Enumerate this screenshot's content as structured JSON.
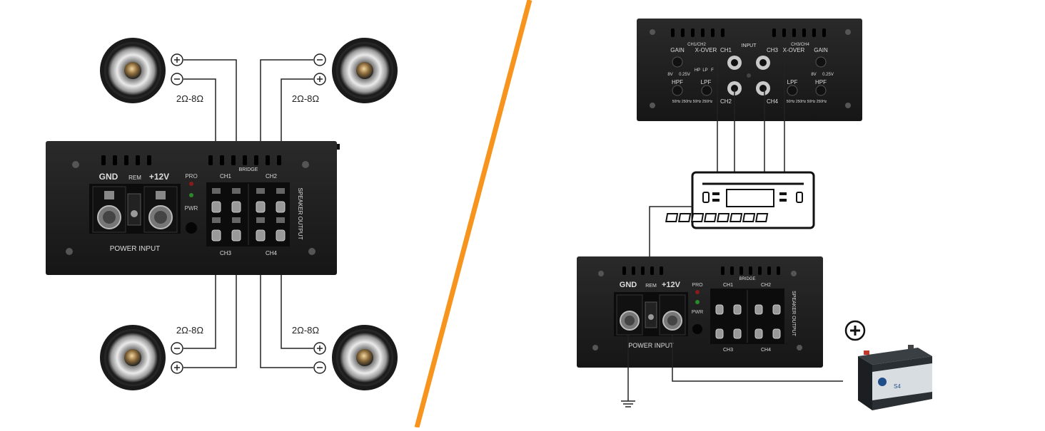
{
  "left_diagram": {
    "speaker_impedance_top_left": "2Ω-8Ω",
    "speaker_impedance_top_right": "2Ω-8Ω",
    "speaker_impedance_bottom_left": "2Ω-8Ω",
    "speaker_impedance_bottom_right": "2Ω-8Ω",
    "amp": {
      "gnd": "GND",
      "rem": "REM",
      "plus12v": "+12V",
      "pro": "PRO",
      "pwr": "PWR",
      "power_input": "POWER INPUT",
      "bridge": "BRIDGE",
      "ch1": "CH1",
      "ch2": "CH2",
      "ch3": "CH3",
      "ch4": "CH4",
      "speaker_output": "SPEAKER OUTPUT"
    }
  },
  "right_diagram": {
    "top_amp": {
      "ch12": "CH1/CH2",
      "ch34": "CH3/CH4",
      "gain_left": "GAIN",
      "gain_right": "GAIN",
      "xover_left": "X-OVER",
      "xover_right": "X-OVER",
      "input": "INPUT",
      "ch1": "CH1",
      "ch2": "CH2",
      "ch3": "CH3",
      "ch4": "CH4",
      "hp": "HP",
      "lp": "LP",
      "f": "F",
      "v8_left": "8V",
      "v025_left": "0.25V",
      "v8_right": "8V",
      "v025_right": "0.25V",
      "hpf_left": "HPF",
      "lpf_left": "LPF",
      "lpf_right": "LPF",
      "hpf_right": "HPF",
      "freq_left": "50Hz  250Hz  50Hz  250Hz",
      "freq_right": "50Hz  250Hz  50Hz  250Hz"
    },
    "bottom_amp": {
      "gnd": "GND",
      "rem": "REM",
      "plus12v": "+12V",
      "pro": "PRO",
      "pwr": "PWR",
      "power_input": "POWER INPUT",
      "bridge": "BRIDGE",
      "ch1": "CH1",
      "ch2": "CH2",
      "ch3": "CH3",
      "ch4": "CH4",
      "speaker_output": "SPEAKER OUTPUT"
    },
    "battery_label": "S4"
  },
  "colors": {
    "divider": "#f7941d",
    "amp_body": "#1f1f1f",
    "wire": "#222222"
  }
}
